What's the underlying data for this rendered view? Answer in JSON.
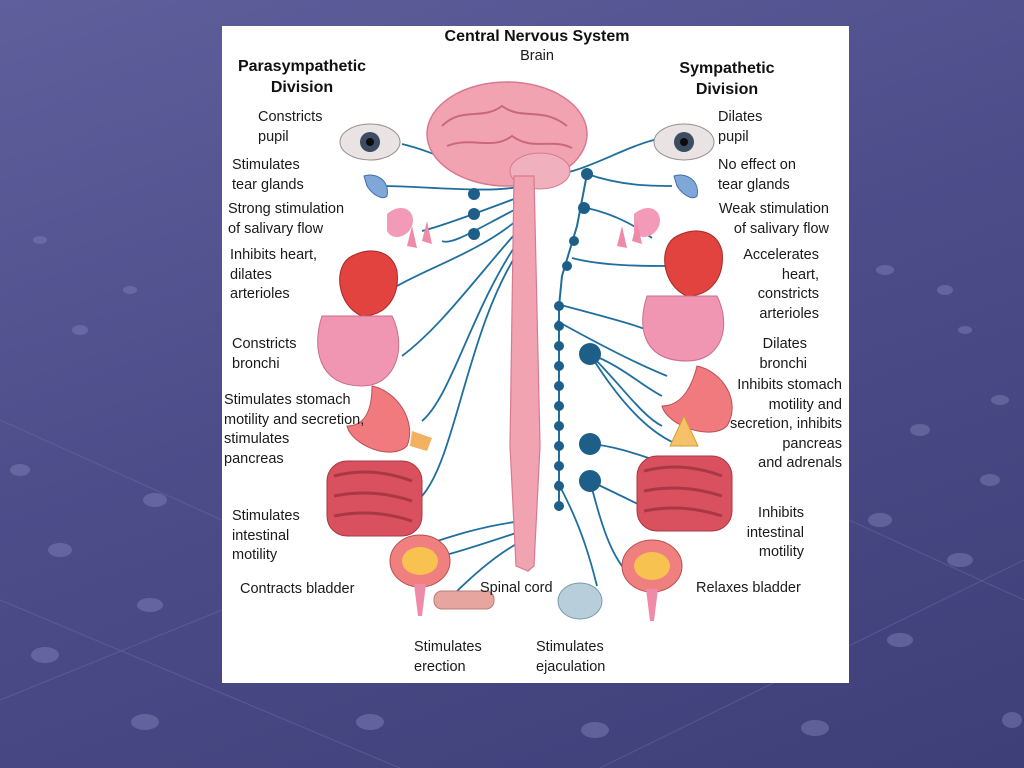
{
  "diagram": {
    "title": "Central Nervous System",
    "brain_label": "Brain",
    "spinal_cord_label": "Spinal cord",
    "left_header": "Parasympathetic\nDivision",
    "right_header": "Sympathetic\nDivision",
    "left_effects": {
      "eye": "Constricts\npupil",
      "tear": "Stimulates\ntear glands",
      "salivary": "Strong stimulation\nof salivary flow",
      "heart": "Inhibits heart,\ndilates\narterioles",
      "lungs": "Constricts\nbronchi",
      "stomach": "Stimulates stomach\nmotility and secretion,\nstimulates\npancreas",
      "intestine": "Stimulates\nintestinal\nmotility",
      "bladder": "Contracts bladder"
    },
    "right_effects": {
      "eye": "Dilates\npupil",
      "tear": "No effect on\ntear glands",
      "salivary": "Weak stimulation\nof salivary flow",
      "heart": "Accelerates\nheart,\nconstricts\narterioles",
      "lungs": "Dilates\nbronchi",
      "stomach": "Inhibits stomach\nmotility and\nsecretion, inhibits\npancreas\nand adrenals",
      "intestine": "Inhibits\nintestinal\nmotility",
      "bladder": "Relaxes bladder"
    },
    "bottom_effects": {
      "erection": "Stimulates\nerection",
      "ejaculation": "Stimulates\nejaculation"
    }
  },
  "colors": {
    "nerve": "#1f6f9e",
    "ganglion": "#1d5f88",
    "brain": "#f2a3b2",
    "organ": "#e85566",
    "intestine": "#d9505e"
  }
}
